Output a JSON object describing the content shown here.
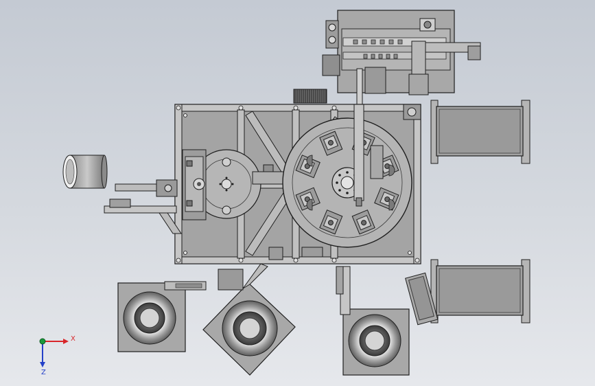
{
  "viewport": {
    "background_top": "#c4cad3",
    "background_bottom": "#e6e8ec"
  },
  "colors": {
    "metal": "#a3a3a3",
    "metal_light": "#bdbdbd",
    "metal_dark": "#6e6e6e",
    "outline": "#1e1e1e",
    "axis_x": "#d8262a",
    "axis_y": "#1a9a3a",
    "axis_z": "#2440c8"
  },
  "triad": {
    "x_label": "X",
    "z_label": "Z",
    "y_icon": "y-axis-icon"
  },
  "model": {
    "main_frame": "main-frame",
    "rotary_table": "rotary-dial-table",
    "feeder_bowls": 3,
    "tray_racks": 2,
    "rotary_stations": 8
  }
}
